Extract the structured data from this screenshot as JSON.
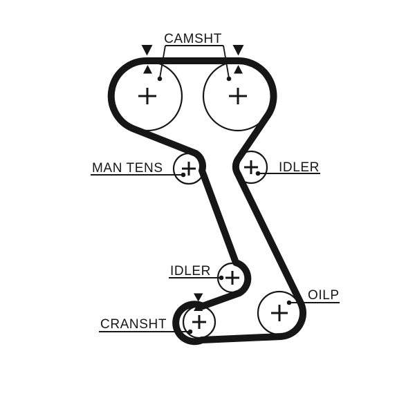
{
  "diagram": {
    "type": "timing-belt-routing",
    "colors": {
      "ink": "#161616",
      "background": "#ffffff"
    },
    "labels": {
      "camshaft": "CAMSHT",
      "man_tens": "MAN TENS",
      "idler_upper": "IDLER",
      "idler_lower": "IDLER",
      "oil_pump": "OILP",
      "crankshaft": "CRANSHT"
    },
    "components": [
      {
        "name": "camshaft-left",
        "marker": "crosshair-icon"
      },
      {
        "name": "camshaft-right",
        "marker": "crosshair-icon"
      },
      {
        "name": "manual-tensioner",
        "marker": "crosshair-icon"
      },
      {
        "name": "idler-upper",
        "marker": "crosshair-icon"
      },
      {
        "name": "idler-lower",
        "marker": "crosshair-icon"
      },
      {
        "name": "oil-pump",
        "marker": "crosshair-icon"
      },
      {
        "name": "crankshaft",
        "marker": "crosshair-icon"
      }
    ]
  }
}
